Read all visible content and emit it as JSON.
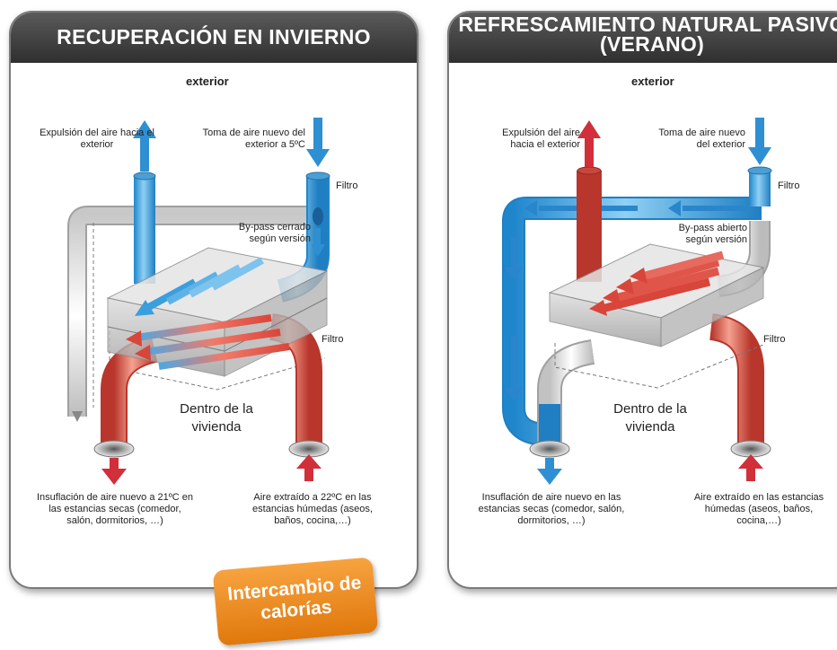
{
  "left": {
    "title": "RECUPERACIÓN EN INVIERNO",
    "exterior": "exterior",
    "expulsion": "Expulsión del aire hacia el exterior",
    "toma": "Toma de aire nuevo del exterior a 5ºC",
    "filtro_top": "Filtro",
    "bypass": "By-pass cerrado según versión",
    "filtro_mid": "Filtro",
    "dentro": "Dentro de la vivienda",
    "insuflacion": "Insuflación de aire nuevo a 21ºC en las estancias secas (comedor, salón, dormitorios, …)",
    "extraido": "Aire extraído a 22ºC en las estancias húmedas (aseos, baños, cocina,…)"
  },
  "right": {
    "title": "REFRESCAMIENTO NATURAL PASIVO (VERANO)",
    "exterior": "exterior",
    "expulsion": "Expulsión del aire hacia el exterior",
    "toma": "Toma de aire nuevo del exterior",
    "filtro_top": "Filtro",
    "bypass": "By-pass abierto según versión",
    "filtro_mid": "Filtro",
    "dentro": "Dentro de la vivienda",
    "insuflacion": "Insuflación de aire nuevo en las estancias secas (comedor, salón, dormitorios, …)",
    "extraido": "Aire extraído en las estancias húmedas (aseos, baños, cocina,…)"
  },
  "badge": {
    "text": "Intercambio de calorías"
  },
  "colors": {
    "cold": "#3a9fdd",
    "hot": "#d8453a",
    "header": "#3d3d3d",
    "badge": "#f08c1c"
  }
}
